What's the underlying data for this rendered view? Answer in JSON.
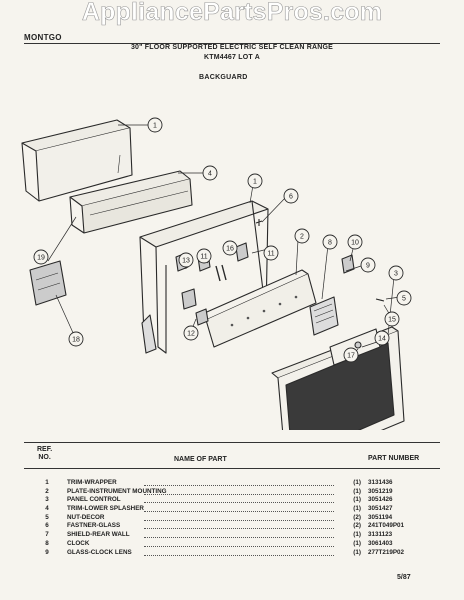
{
  "watermark": "AppliancePartsPros.com",
  "header": {
    "brand": "MONTGO",
    "title_line1": "30\" FLOOR SUPPORTED ELECTRIC SELF CLEAN RANGE",
    "title_line2": "KTM4467 LOT A",
    "section": "BACKGUARD"
  },
  "callouts": [
    "1",
    "4",
    "1",
    "6",
    "16",
    "11",
    "11",
    "13",
    "2",
    "8",
    "10",
    "9",
    "3",
    "5",
    "15",
    "12",
    "14",
    "17",
    "19",
    "18"
  ],
  "table": {
    "ref_header_line1": "REF.",
    "ref_header_line2": "NO.",
    "name_header": "NAME OF PART",
    "part_header": "PART NUMBER",
    "rows": [
      {
        "ref": "1",
        "name": "TRIM-WRAPPER",
        "qty": "(1)",
        "part": "3131436"
      },
      {
        "ref": "2",
        "name": "PLATE-INSTRUMENT MOUNTING",
        "qty": "(1)",
        "part": "3051219"
      },
      {
        "ref": "3",
        "name": "PANEL CONTROL",
        "qty": "(1)",
        "part": "3051426"
      },
      {
        "ref": "4",
        "name": "TRIM-LOWER SPLASHER",
        "qty": "(1)",
        "part": "3051427"
      },
      {
        "ref": "5",
        "name": "NUT-DECOR",
        "qty": "(2)",
        "part": "3051194"
      },
      {
        "ref": "6",
        "name": "FASTNER-GLASS",
        "qty": "(2)",
        "part": "241T049P01"
      },
      {
        "ref": "7",
        "name": "SHIELD-REAR WALL",
        "qty": "(1)",
        "part": "3131123"
      },
      {
        "ref": "8",
        "name": "CLOCK",
        "qty": "(1)",
        "part": "3061403"
      },
      {
        "ref": "9",
        "name": "GLASS-CLOCK LENS",
        "qty": "(1)",
        "part": "277T219P02"
      }
    ]
  },
  "footer": {
    "page_code": "5/87"
  }
}
